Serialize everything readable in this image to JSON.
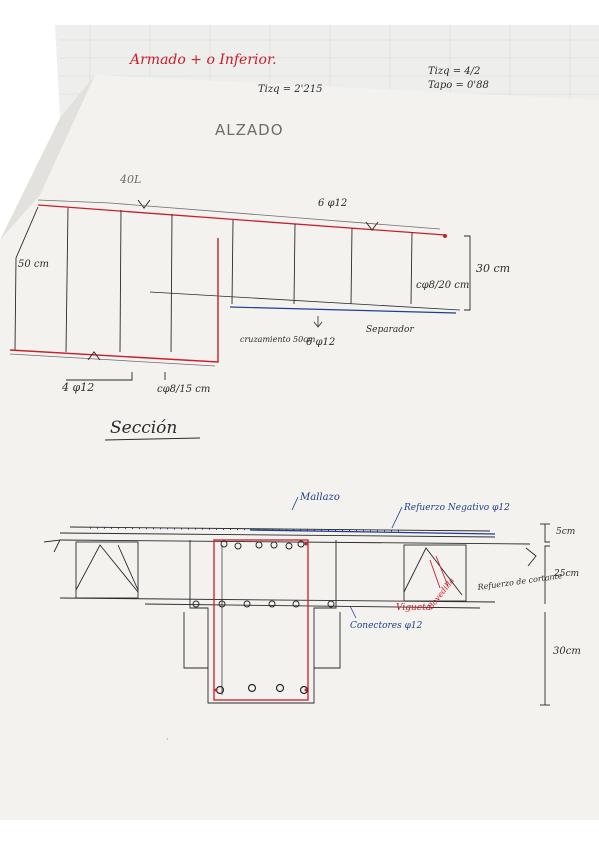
{
  "colors": {
    "background": "#ffffff",
    "paper": "#f3f2ef",
    "grid_paper": "#eeeeec",
    "ink_black": "#2b2b2b",
    "ink_red": "#c8202a",
    "ink_blue": "#1f3f8f",
    "pencil": "#6d6d6d"
  },
  "header": {
    "title": "Armado + o Inferior.",
    "note_1": "Tizq = 2'215",
    "note_2": "Tizq = 4/2",
    "note_3": "Tapo = 0'88"
  },
  "elevation": {
    "title": "ALZADO",
    "label_40": "40L",
    "label_6phi12_top": "6 φ12",
    "label_50": "50 cm",
    "label_30": "30 cm",
    "label_stirrups_right": "cφ8/20 cm",
    "label_4phi12": "4 φ12",
    "label_stirrups_left": "cφ8/15 cm",
    "label_corte": "cruzamiento 50cm",
    "label_6phi12_bottom": "6 φ12",
    "label_separador": "Separador"
  },
  "section": {
    "title": "Sección",
    "label_mallazo": "Mallazo",
    "label_refuerzo_negativo": "Refuerzo Negativo φ12",
    "label_5cm": "5cm",
    "label_25cm": "25cm",
    "label_30cm": "30cm",
    "label_refuerzo_cortante": "Refuerzo de cortante",
    "label_bovedilla": "Bovedilla",
    "label_vigueta": "Vigueta",
    "label_conectores": "Conectores φ12"
  }
}
